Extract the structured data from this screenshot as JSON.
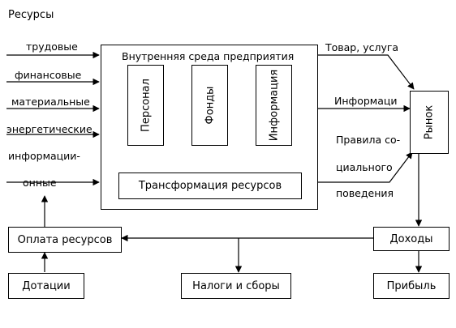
{
  "heading": "Ресурсы",
  "inputs": [
    "трудовые",
    "финансовые",
    "материальные",
    "энергетические",
    "информации-",
    "онные"
  ],
  "enterprise": {
    "title": "Внутренняя среда предприятия",
    "blocks": [
      "Персонал",
      "Фонды",
      "Информация"
    ],
    "transformation": "Трансформация ресурсов"
  },
  "outputs": {
    "goods": "Товар, услуга",
    "information": "Информаци",
    "rules_line1": "Правила со-",
    "rules_line2": "циального",
    "rules_line3": "поведения"
  },
  "market": "Рынок",
  "income": "Доходы",
  "payment": "Оплата ресурсов",
  "subsidies": "Дотации",
  "taxes": "Налоги и сборы",
  "profit": "Прибыль"
}
